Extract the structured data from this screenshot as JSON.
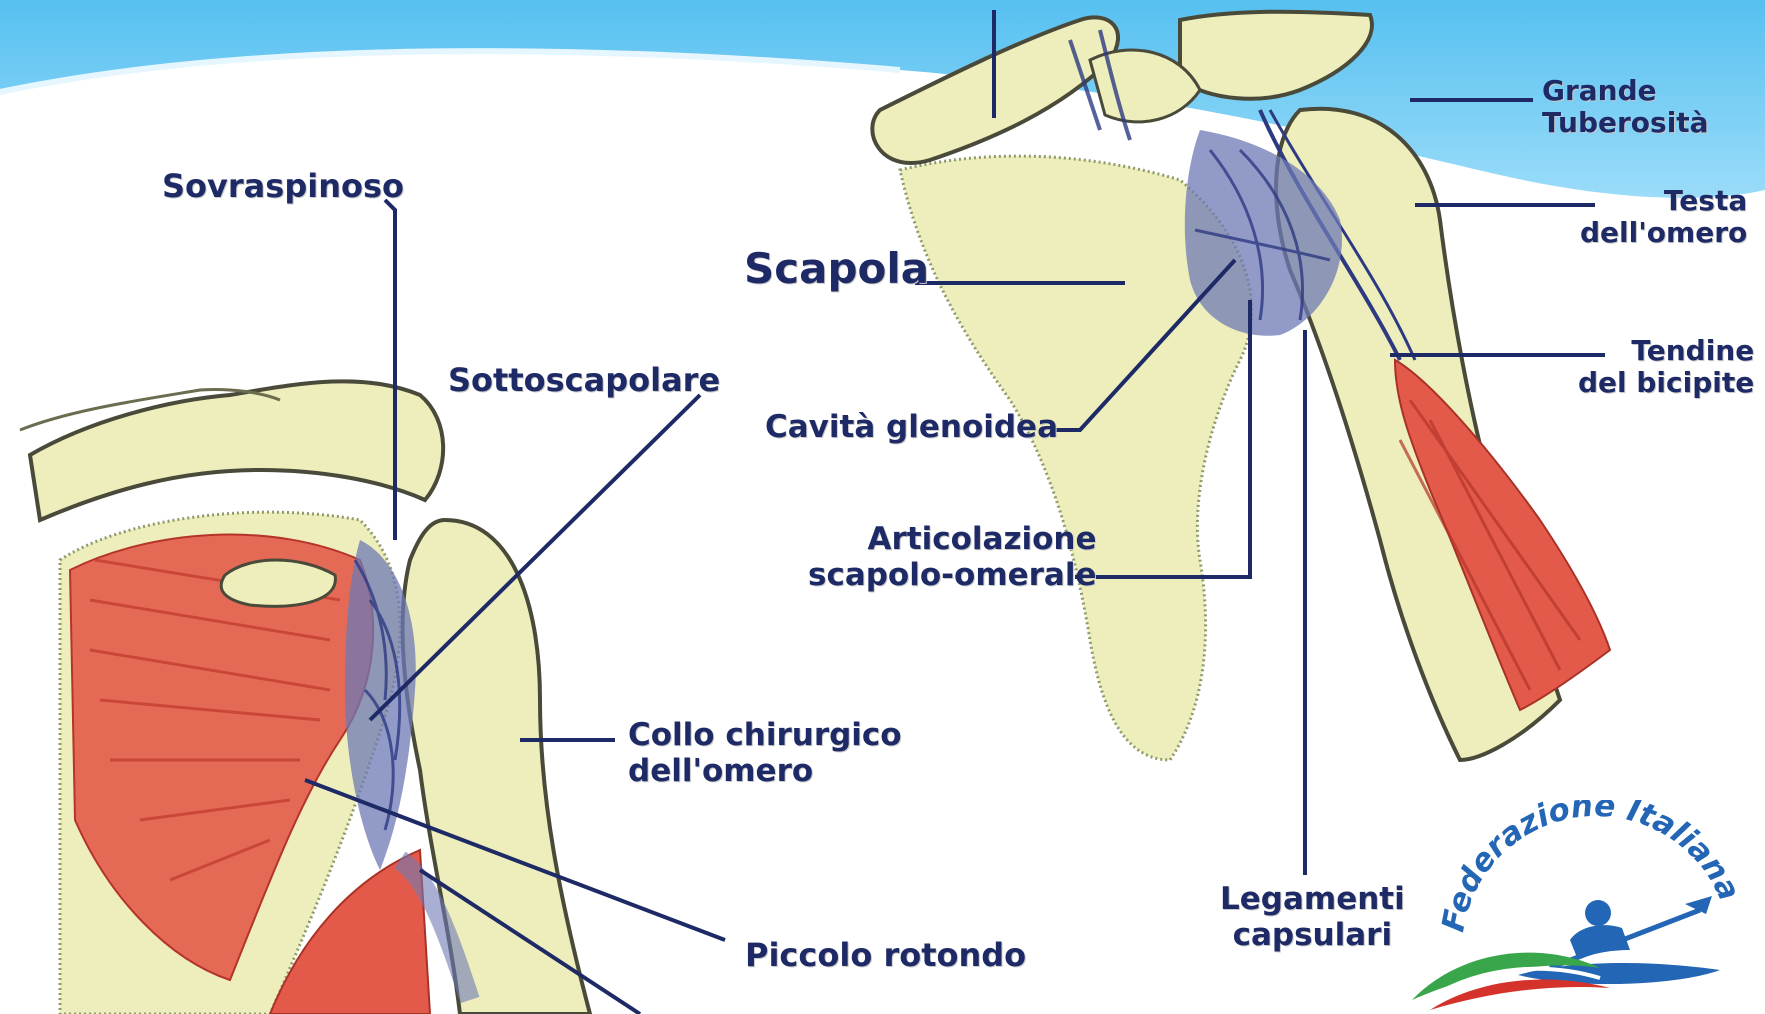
{
  "labels": {
    "sovraspinoso": "Sovraspinoso",
    "sottoscapolare": "Sottoscapolare",
    "collo_chirurgico": [
      "Collo chirurgico",
      "dell'omero"
    ],
    "piccolo_rotondo": "Piccolo rotondo",
    "scapola": "Scapola",
    "cavita_glenoidea": "Cavità glenoidea",
    "articolazione": [
      "Articolazione",
      "scapolo-omerale"
    ],
    "grande_tuberosita": [
      "Grande",
      "Tuberosità"
    ],
    "testa_omero": [
      "Testa",
      "dell'omero"
    ],
    "tendine_bicipite": [
      "Tendine",
      "del bicipite"
    ],
    "legamenti_capsulari": [
      "Legamenti",
      "capsulari"
    ]
  },
  "logo": {
    "text": "Federazione Italiana",
    "icon": "canoe-paddler-icon"
  },
  "colors": {
    "background_sky": "#5cc3f1",
    "bone": "#eeeebc",
    "muscle": "#d9392c",
    "ligament": "#4e5a9a",
    "label_text": "#1e2a66",
    "leader_line": "#1e2a66",
    "logo_blue": "#2366b5",
    "logo_green": "#3aa64c",
    "logo_red": "#d6322c"
  }
}
